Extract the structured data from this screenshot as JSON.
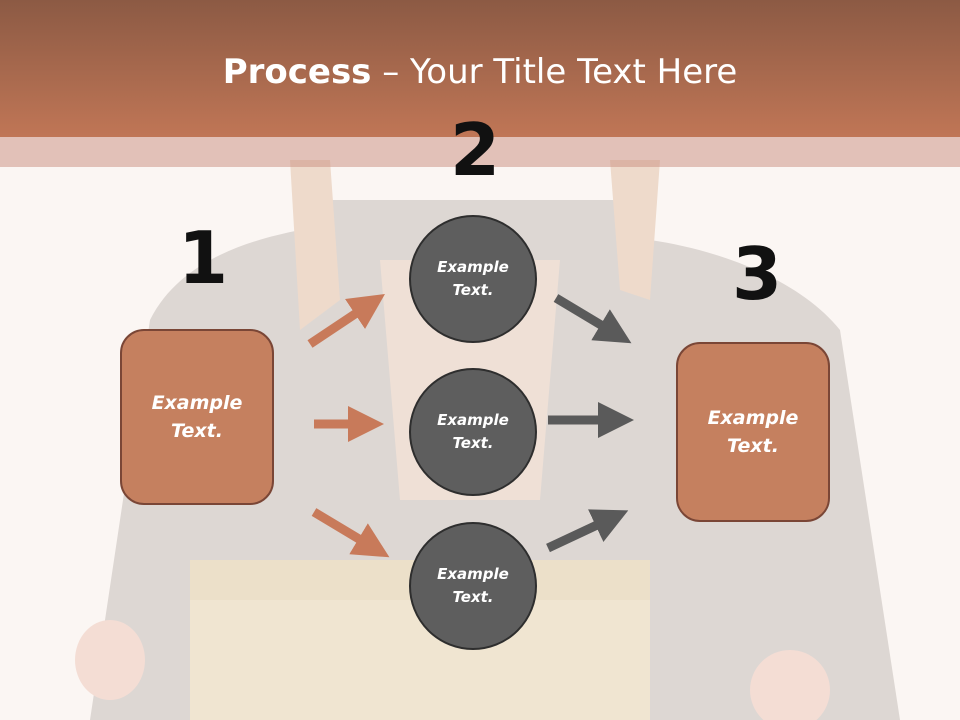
{
  "slide": {
    "title_bold": "Process",
    "title_rest": " – Your Title Text Here"
  },
  "steps": {
    "step1_number": "1",
    "step2_number": "2",
    "step3_number": "3"
  },
  "left_box": {
    "text": "Example Text."
  },
  "right_box": {
    "text": "Example Text."
  },
  "circles": [
    {
      "text": "Example Text."
    },
    {
      "text": "Example Text."
    },
    {
      "text": "Example Text."
    }
  ],
  "colors": {
    "accent": "#c5805f",
    "accent_border": "#7a4636",
    "circle_fill": "#5e5e5e",
    "arrow_orange": "#c87a5a",
    "arrow_gray": "#5a5a5a"
  }
}
